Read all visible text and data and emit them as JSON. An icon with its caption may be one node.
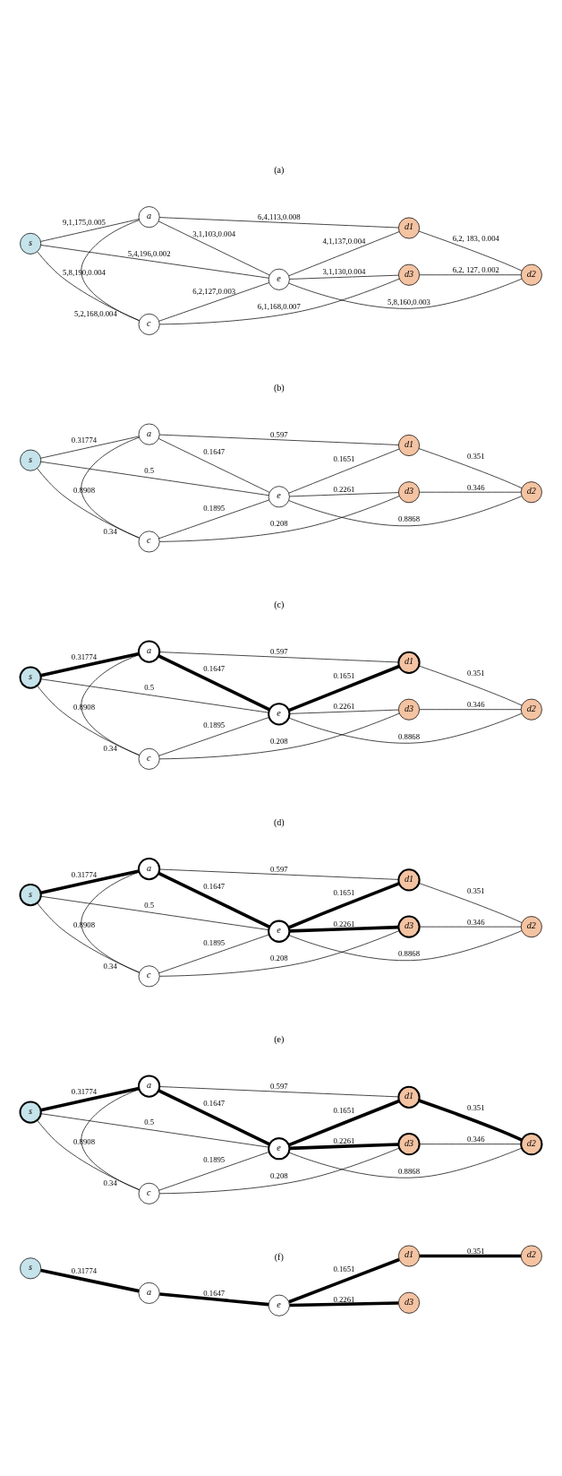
{
  "diagram": {
    "nodes": [
      {
        "text": [
          "s"
        ]
      },
      {
        "text": [
          "a"
        ]
      },
      {
        "text": [
          "c"
        ]
      },
      {
        "text": [
          "e"
        ]
      },
      {
        "text": [
          "d1"
        ]
      },
      {
        "text": [
          "d2"
        ]
      },
      {
        "text": [
          "d3"
        ]
      },
      {
        "text": [
          "s"
        ]
      },
      {
        "text": [
          "a"
        ]
      },
      {
        "text": [
          "c"
        ]
      },
      {
        "text": [
          "e"
        ]
      },
      {
        "text": [
          "d1"
        ]
      },
      {
        "text": [
          "d2"
        ]
      },
      {
        "text": [
          "d3"
        ]
      },
      {
        "text": [
          "s"
        ]
      },
      {
        "text": [
          "a"
        ]
      },
      {
        "text": [
          "c"
        ]
      },
      {
        "text": [
          "e"
        ]
      },
      {
        "text": [
          "d1"
        ]
      },
      {
        "text": [
          "d2"
        ]
      },
      {
        "text": [
          "d3"
        ]
      },
      {
        "text": [
          "s"
        ]
      },
      {
        "text": [
          "a"
        ]
      },
      {
        "text": [
          "c"
        ]
      },
      {
        "text": [
          "e"
        ]
      },
      {
        "text": [
          "d1"
        ]
      },
      {
        "text": [
          "d2"
        ]
      },
      {
        "text": [
          "d3"
        ]
      },
      {
        "text": [
          "s"
        ]
      },
      {
        "text": [
          "a"
        ]
      },
      {
        "text": [
          "c"
        ]
      },
      {
        "text": [
          "e"
        ]
      },
      {
        "text": [
          "d1"
        ]
      },
      {
        "text": [
          "d2"
        ]
      },
      {
        "text": [
          "d3"
        ]
      },
      {
        "text": [
          "s"
        ]
      },
      {
        "text": [
          "a"
        ]
      },
      {
        "text": [
          "e"
        ]
      },
      {
        "text": [
          "d1"
        ]
      },
      {
        "text": [
          "d2"
        ]
      },
      {
        "text": [
          "d3"
        ]
      }
    ],
    "edges": [
      {
        "from": 0,
        "to": 1,
        "arrow": "none",
        "label": "9,1,175,0.005"
      },
      {
        "from": 0,
        "to": 3,
        "arrow": "none",
        "label": "5,4,196,0.002"
      },
      {
        "from": 0,
        "to": 2,
        "arrow": "none",
        "label": "5,8,190,0.004"
      },
      {
        "from": 1,
        "to": 2,
        "arrow": "none",
        "label": "5,2,168,0.004"
      },
      {
        "from": 1,
        "to": 4,
        "arrow": "none",
        "label": "6,4,113,0.008"
      },
      {
        "from": 1,
        "to": 3,
        "arrow": "none",
        "label": "3,1,103,0.004"
      },
      {
        "from": 2,
        "to": 3,
        "arrow": "none",
        "label": "6,2,127,0.003"
      },
      {
        "from": 2,
        "to": 6,
        "arrow": "none",
        "label": "6,1,168,0.007"
      },
      {
        "from": 3,
        "to": 4,
        "arrow": "none",
        "label": "4,1,137,0.004"
      },
      {
        "from": 3,
        "to": 5,
        "arrow": "none",
        "label": "5,8,160,0.003"
      },
      {
        "from": 3,
        "to": 6,
        "arrow": "none",
        "label": "3,1,130,0.004"
      },
      {
        "from": 4,
        "to": 5,
        "arrow": "none",
        "label": "6,2, 183, 0.004"
      },
      {
        "from": 6,
        "to": 5,
        "arrow": "none",
        "label": "6,2, 127, 0.002"
      },
      {
        "from": 7,
        "to": 8,
        "arrow": "none",
        "label": "0.31774"
      },
      {
        "from": 7,
        "to": 10,
        "arrow": "none",
        "label": "0.5"
      },
      {
        "from": 7,
        "to": 9,
        "arrow": "none",
        "label": "0.8908"
      },
      {
        "from": 8,
        "to": 9,
        "arrow": "none",
        "label": "0.34"
      },
      {
        "from": 8,
        "to": 11,
        "arrow": "none",
        "label": "0.597"
      },
      {
        "from": 8,
        "to": 10,
        "arrow": "none",
        "label": "0.1647"
      },
      {
        "from": 9,
        "to": 10,
        "arrow": "none",
        "label": "0.1895"
      },
      {
        "from": 9,
        "to": 13,
        "arrow": "none",
        "label": "0.208"
      },
      {
        "from": 10,
        "to": 11,
        "arrow": "none",
        "label": "0.1651"
      },
      {
        "from": 10,
        "to": 12,
        "arrow": "none",
        "label": "0.8868"
      },
      {
        "from": 10,
        "to": 13,
        "arrow": "none",
        "label": "0.2261"
      },
      {
        "from": 11,
        "to": 12,
        "arrow": "none",
        "label": "0.351"
      },
      {
        "from": 13,
        "to": 12,
        "arrow": "none",
        "label": "0.346"
      },
      {
        "from": 14,
        "to": 15,
        "arrow": "none",
        "label": "0.31774",
        "style": "thick"
      },
      {
        "from": 14,
        "to": 17,
        "arrow": "none",
        "label": "0.5"
      },
      {
        "from": 14,
        "to": 16,
        "arrow": "none",
        "label": "0.8908"
      },
      {
        "from": 15,
        "to": 16,
        "arrow": "none",
        "label": "0.34"
      },
      {
        "from": 15,
        "to": 18,
        "arrow": "none",
        "label": "0.597"
      },
      {
        "from": 15,
        "to": 17,
        "arrow": "none",
        "label": "0.1647",
        "style": "thick"
      },
      {
        "from": 16,
        "to": 17,
        "arrow": "none",
        "label": "0.1895"
      },
      {
        "from": 16,
        "to": 20,
        "arrow": "none",
        "label": "0.208"
      },
      {
        "from": 17,
        "to": 18,
        "arrow": "none",
        "label": "0.1651",
        "style": "thick"
      },
      {
        "from": 17,
        "to": 19,
        "arrow": "none",
        "label": "0.8868"
      },
      {
        "from": 17,
        "to": 20,
        "arrow": "none",
        "label": "0.2261"
      },
      {
        "from": 18,
        "to": 19,
        "arrow": "none",
        "label": "0.351"
      },
      {
        "from": 20,
        "to": 19,
        "arrow": "none",
        "label": "0.346"
      },
      {
        "from": 21,
        "to": 22,
        "arrow": "none",
        "label": "0.31774",
        "style": "thick"
      },
      {
        "from": 21,
        "to": 24,
        "arrow": "none",
        "label": "0.5"
      },
      {
        "from": 21,
        "to": 23,
        "arrow": "none",
        "label": "0.8908"
      },
      {
        "from": 22,
        "to": 23,
        "arrow": "none",
        "label": "0.34"
      },
      {
        "from": 22,
        "to": 25,
        "arrow": "none",
        "label": "0.597"
      },
      {
        "from": 22,
        "to": 24,
        "arrow": "none",
        "label": "0.1647",
        "style": "thick"
      },
      {
        "from": 23,
        "to": 24,
        "arrow": "none",
        "label": "0.1895"
      },
      {
        "from": 23,
        "to": 27,
        "arrow": "none",
        "label": "0.208"
      },
      {
        "from": 24,
        "to": 25,
        "arrow": "none",
        "label": "0.1651",
        "style": "thick"
      },
      {
        "from": 24,
        "to": 26,
        "arrow": "none",
        "label": "0.8868"
      },
      {
        "from": 24,
        "to": 27,
        "arrow": "none",
        "label": "0.2261",
        "style": "thick"
      },
      {
        "from": 25,
        "to": 26,
        "arrow": "none",
        "label": "0.351"
      },
      {
        "from": 27,
        "to": 26,
        "arrow": "none",
        "label": "0.346"
      },
      {
        "from": 28,
        "to": 29,
        "arrow": "none",
        "label": "0.31774",
        "style": "thick"
      },
      {
        "from": 28,
        "to": 31,
        "arrow": "none",
        "label": "0.5"
      },
      {
        "from": 28,
        "to": 30,
        "arrow": "none",
        "label": "0.8908"
      },
      {
        "from": 29,
        "to": 30,
        "arrow": "none",
        "label": "0.34"
      },
      {
        "from": 29,
        "to": 32,
        "arrow": "none",
        "label": "0.597"
      },
      {
        "from": 29,
        "to": 31,
        "arrow": "none",
        "label": "0.1647",
        "style": "thick"
      },
      {
        "from": 30,
        "to": 31,
        "arrow": "none",
        "label": "0.1895"
      },
      {
        "from": 30,
        "to": 34,
        "arrow": "none",
        "label": "0.208"
      },
      {
        "from": 31,
        "to": 32,
        "arrow": "none",
        "label": "0.1651",
        "style": "thick"
      },
      {
        "from": 31,
        "to": 33,
        "arrow": "none",
        "label": "0.8868"
      },
      {
        "from": 31,
        "to": 34,
        "arrow": "none",
        "label": "0.2261",
        "style": "thick"
      },
      {
        "from": 32,
        "to": 33,
        "arrow": "none",
        "label": "0.351",
        "style": "thick"
      },
      {
        "from": 34,
        "to": 33,
        "arrow": "none",
        "label": "0.346"
      },
      {
        "from": 35,
        "to": 36,
        "arrow": "none",
        "label": "0.31774",
        "style": "thick"
      },
      {
        "from": 36,
        "to": 37,
        "arrow": "none",
        "label": "0.1647",
        "style": "thick"
      },
      {
        "from": 37,
        "to": 38,
        "arrow": "none",
        "label": "0.1651",
        "style": "thick"
      },
      {
        "from": 37,
        "to": 40,
        "arrow": "none",
        "label": "0.2261",
        "style": "thick"
      },
      {
        "from": 38,
        "to": 39,
        "arrow": "none",
        "label": "0.351",
        "style": "thick"
      }
    ],
    "labels": [
      "(a)",
      "(b)",
      "(c)",
      "(d)",
      "(e)",
      "(f)"
    ]
  }
}
